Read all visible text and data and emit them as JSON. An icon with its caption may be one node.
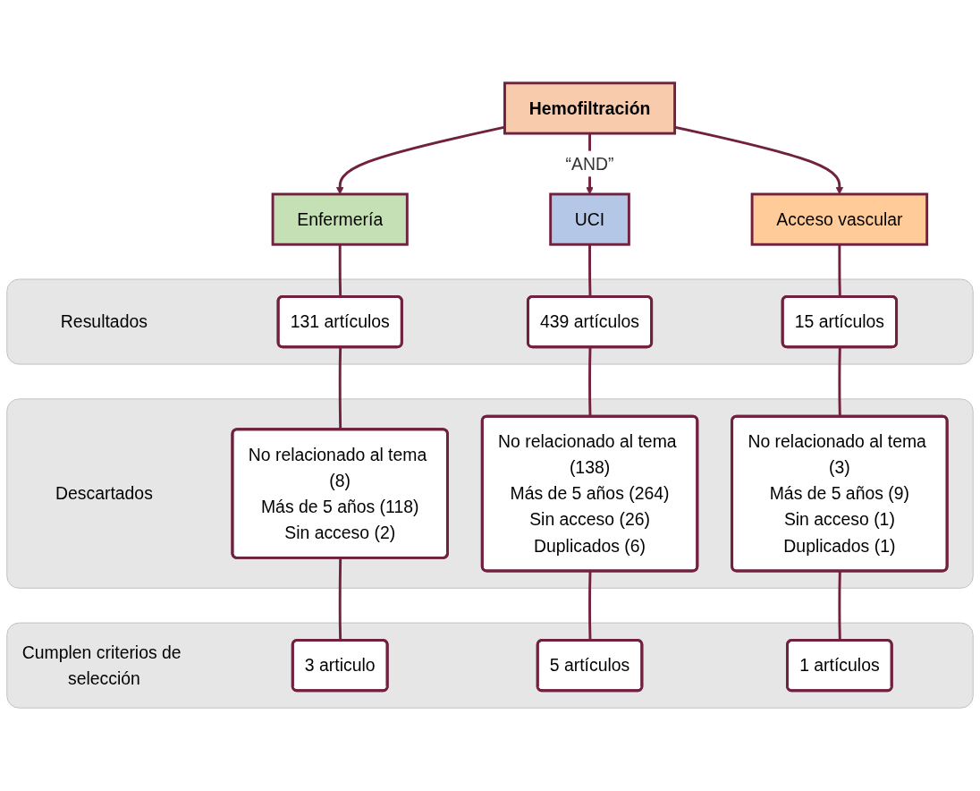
{
  "diagram": {
    "nodes": [
      {
        "text": [
          "Hemofiltración"
        ]
      },
      {
        "text": [
          "Enfermería"
        ]
      },
      {
        "text": [
          "UCI"
        ]
      },
      {
        "text": [
          "Acceso vascular"
        ]
      },
      {
        "text": [
          "Resultados"
        ]
      },
      {
        "text": [
          "131 artículos"
        ],
        "in": 4
      },
      {
        "text": [
          "439 artículos"
        ],
        "in": 4
      },
      {
        "text": [
          "15 artículos"
        ],
        "in": 4
      },
      {
        "text": [
          "Descartados"
        ]
      },
      {
        "text": [
          "No relacionado al tema (8)",
          "Más de 5 años (118)",
          "Sin acceso (2)"
        ],
        "in": 8
      },
      {
        "text": [
          "No relacionado al tema (138)",
          "Más de 5 años (264)",
          "Sin acceso (26)",
          "Duplicados (6)"
        ],
        "in": 8
      },
      {
        "text": [
          "No relacionado al tema (3)",
          "Más de 5 años (9)",
          "Sin acceso (1)",
          "Duplicados (1)"
        ],
        "in": 8
      },
      {
        "text": [
          "Cumplen criterios de selección"
        ]
      },
      {
        "text": [
          "3 articulo"
        ],
        "in": 12
      },
      {
        "text": [
          "5 artículos"
        ],
        "in": 12
      },
      {
        "text": [
          "1 artículos"
        ],
        "in": 12
      }
    ],
    "edges": [
      {
        "from": 0,
        "to": 1,
        "arrow": "to"
      },
      {
        "from": 0,
        "to": 2,
        "arrow": "to",
        "label": "“AND”"
      },
      {
        "from": 0,
        "to": 3,
        "arrow": "to"
      },
      {
        "from": 1,
        "to": 5,
        "arrow": "none"
      },
      {
        "from": 2,
        "to": 6,
        "arrow": "none"
      },
      {
        "from": 3,
        "to": 7,
        "arrow": "none"
      },
      {
        "from": 5,
        "to": 9,
        "arrow": "none"
      },
      {
        "from": 6,
        "to": 10,
        "arrow": "none"
      },
      {
        "from": 7,
        "to": 11,
        "arrow": "none"
      },
      {
        "from": 9,
        "to": 13,
        "arrow": "none"
      },
      {
        "from": 10,
        "to": 14,
        "arrow": "none"
      },
      {
        "from": 11,
        "to": 15,
        "arrow": "none"
      }
    ]
  }
}
